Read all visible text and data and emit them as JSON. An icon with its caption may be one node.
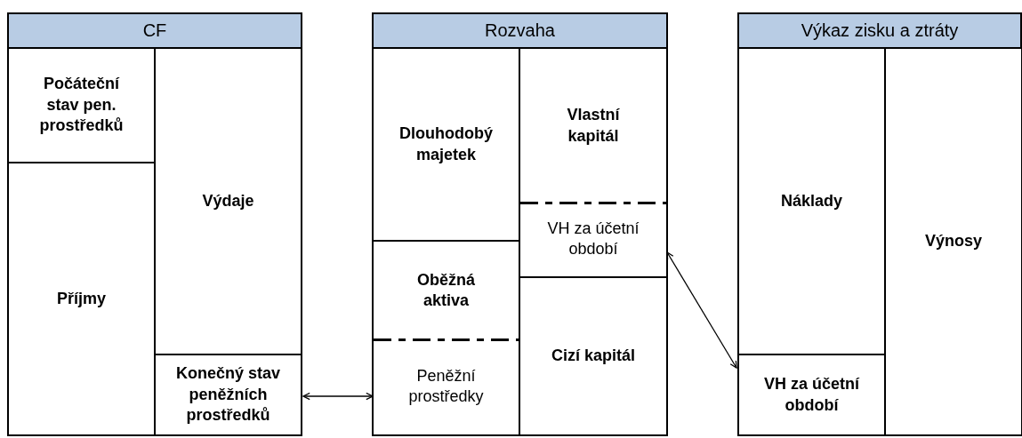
{
  "diagram": {
    "nodes": [
      {
        "text": [
          "CF"
        ]
      },
      {
        "text": [
          "Počáteční stav pen. prostředků"
        ],
        "in": 0
      },
      {
        "text": [
          "Příjmy"
        ],
        "in": 0
      },
      {
        "text": [
          "Výdaje"
        ],
        "in": 0
      },
      {
        "text": [
          "Konečný stav peněžních prostředků"
        ],
        "in": 0
      },
      {
        "text": [
          "Rozvaha"
        ]
      },
      {
        "text": [
          "Dlouhodobý majetek"
        ],
        "in": 5
      },
      {
        "text": [
          "Oběžná aktiva"
        ],
        "in": 5
      },
      {
        "text": [
          "Peněžní prostředky"
        ],
        "in": 7
      },
      {
        "text": [
          "Vlastní kapitál"
        ],
        "in": 5
      },
      {
        "text": [
          "VH za účetní období"
        ],
        "in": 9
      },
      {
        "text": [
          "Cizí kapitál"
        ],
        "in": 5
      },
      {
        "text": [
          "Výkaz zisku a ztráty"
        ]
      },
      {
        "text": [
          "Náklady"
        ],
        "in": 12
      },
      {
        "text": [
          "VH za účetní období"
        ],
        "in": 12
      },
      {
        "text": [
          "Výnosy"
        ],
        "in": 12
      }
    ],
    "edges": [
      {
        "from": 4,
        "to": 8,
        "arrow": "both"
      },
      {
        "from": 10,
        "to": 14,
        "arrow": "both"
      }
    ]
  }
}
